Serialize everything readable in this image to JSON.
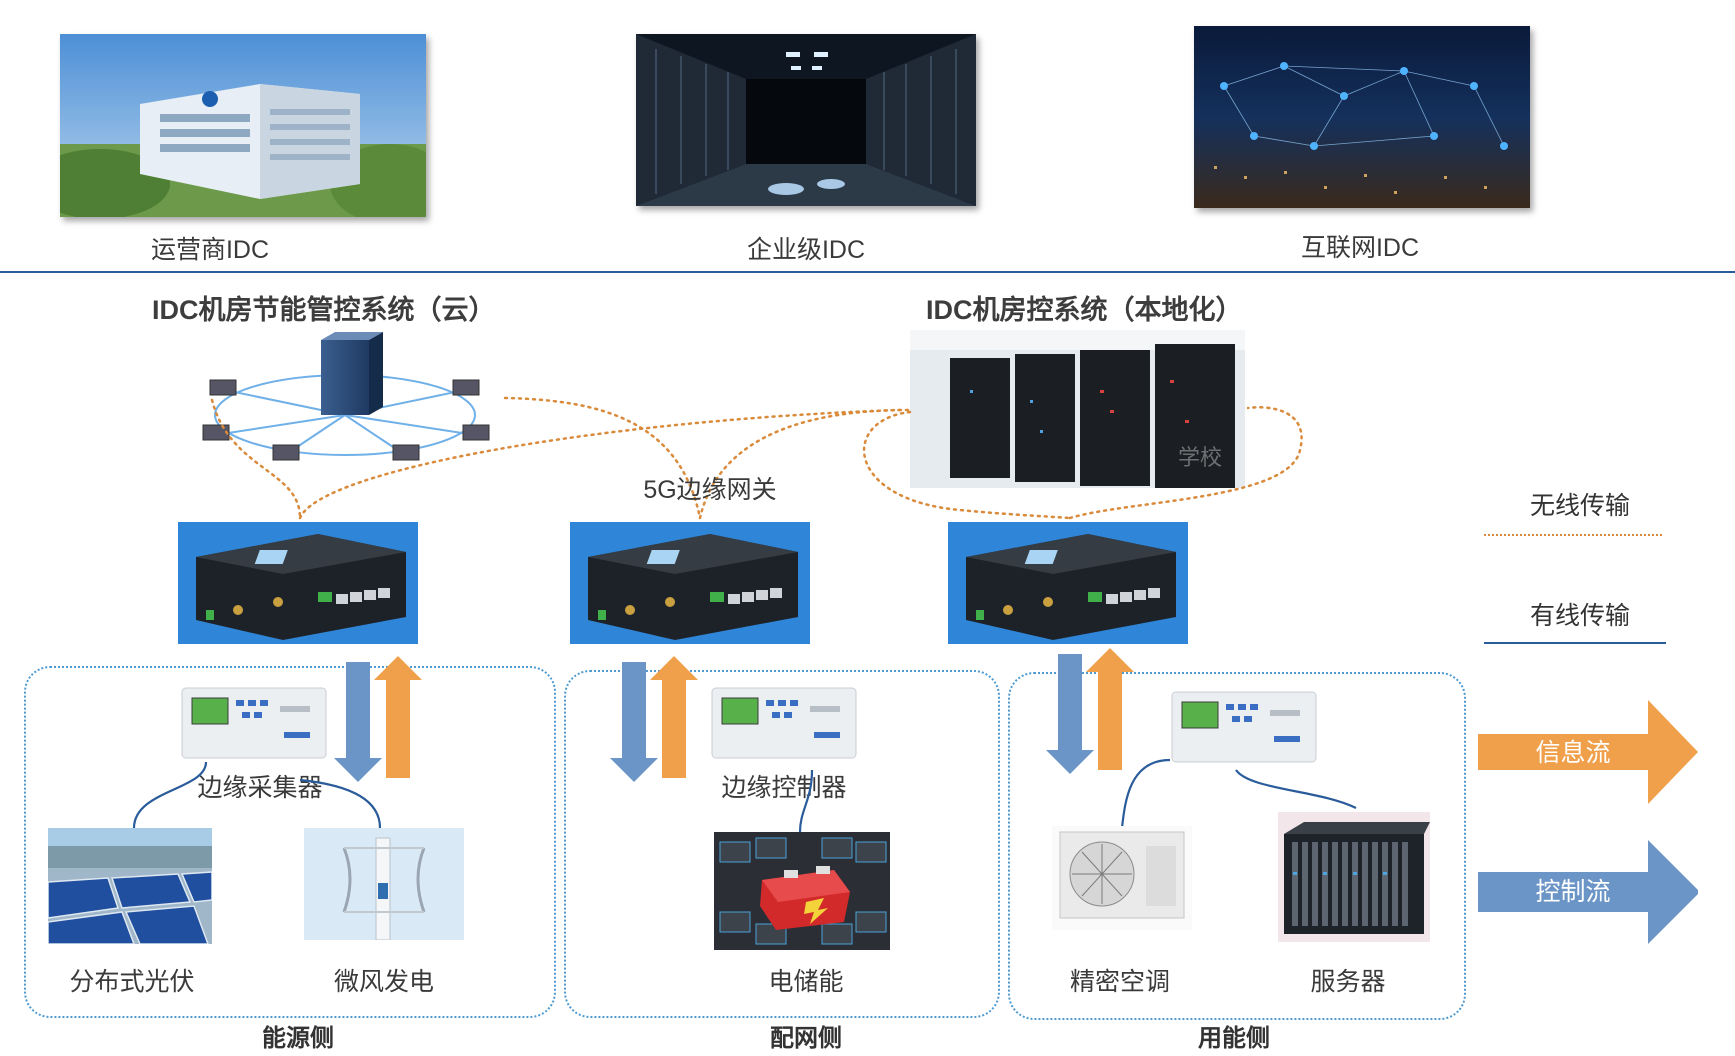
{
  "top_images": [
    {
      "label": "运营商IDC",
      "icon": "operator-building-photo"
    },
    {
      "label": "企业级IDC",
      "icon": "server-room-photo"
    },
    {
      "label": "互联网IDC",
      "icon": "network-city-photo"
    }
  ],
  "systems": {
    "cloud_title": "IDC机房节能管控系统（云）",
    "local_title": "IDC机房控系统（本地化）",
    "local_watermark": "学校"
  },
  "gateway_label": "5G边缘网关",
  "devices": {
    "collector_label": "边缘采集器",
    "controller_label": "边缘控制器"
  },
  "endpoints": {
    "pv": "分布式光伏",
    "wind": "微风发电",
    "storage": "电储能",
    "ac": "精密空调",
    "server": "服务器"
  },
  "zones": {
    "source": "能源侧",
    "grid": "配网侧",
    "load": "用能侧"
  },
  "legend": {
    "wireless": "无线传输",
    "wired": "有线传输",
    "info_flow": "信息流",
    "control_flow": "控制流"
  },
  "colors": {
    "info_flow": "#f0a04b",
    "control_flow": "#6b95c6",
    "wireless_line": "#d98a3a",
    "wired_line": "#2a5b9a",
    "zone_border": "#4f9bd1"
  }
}
